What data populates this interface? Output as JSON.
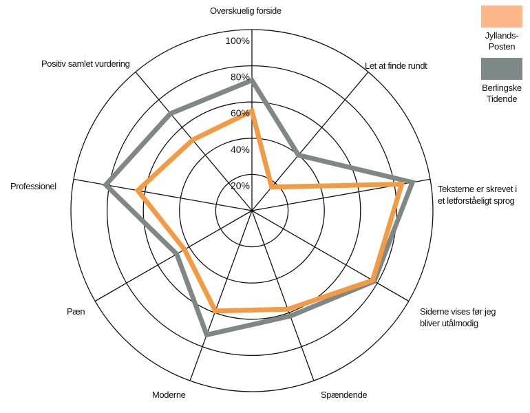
{
  "chart_data": {
    "type": "radar",
    "title": "",
    "axes": [
      "Overskuelig forside",
      "Let at finde rundt",
      "Teksterne er skrevet i et letforståeligt sprog",
      "Siderne vises før jeg bliver utålmodig",
      "Spændende",
      "Moderne",
      "Pæn",
      "Professionel",
      "Positiv samlet vurdering"
    ],
    "axis_label_lines": [
      [
        "Overskuelig forside"
      ],
      [
        "Let at finde rundt"
      ],
      [
        "Teksterne er skrevet i",
        "et letforståeligt sprog"
      ],
      [
        "Siderne vises før jeg",
        "bliver utålmodig"
      ],
      [
        "Spændende"
      ],
      [
        "Moderne"
      ],
      [
        "Pæn"
      ],
      [
        "Professionel"
      ],
      [
        "Positiv samlet vurdering"
      ]
    ],
    "rlim": [
      0,
      100
    ],
    "ticks": [
      20,
      40,
      60,
      80,
      100
    ],
    "tick_labels": [
      "20%",
      "40%",
      "60%",
      "80%",
      "100%"
    ],
    "grid": true,
    "legend_position": "top-right",
    "series": [
      {
        "name": "Berlingske Tidende",
        "legend_lines": [
          "Berlingske",
          "Tidende"
        ],
        "color": "#808887",
        "swatch": "#7E8887",
        "values": [
          72,
          40,
          90,
          78,
          62,
          73,
          48,
          82,
          70
        ]
      },
      {
        "name": "Jyllands-Posten",
        "legend_lines": [
          "Jyllands-",
          "Posten"
        ],
        "color": "#F39A45",
        "swatch": "#FDB58A",
        "values": [
          55,
          17,
          84,
          77,
          58,
          59,
          43,
          64,
          51
        ]
      }
    ]
  }
}
